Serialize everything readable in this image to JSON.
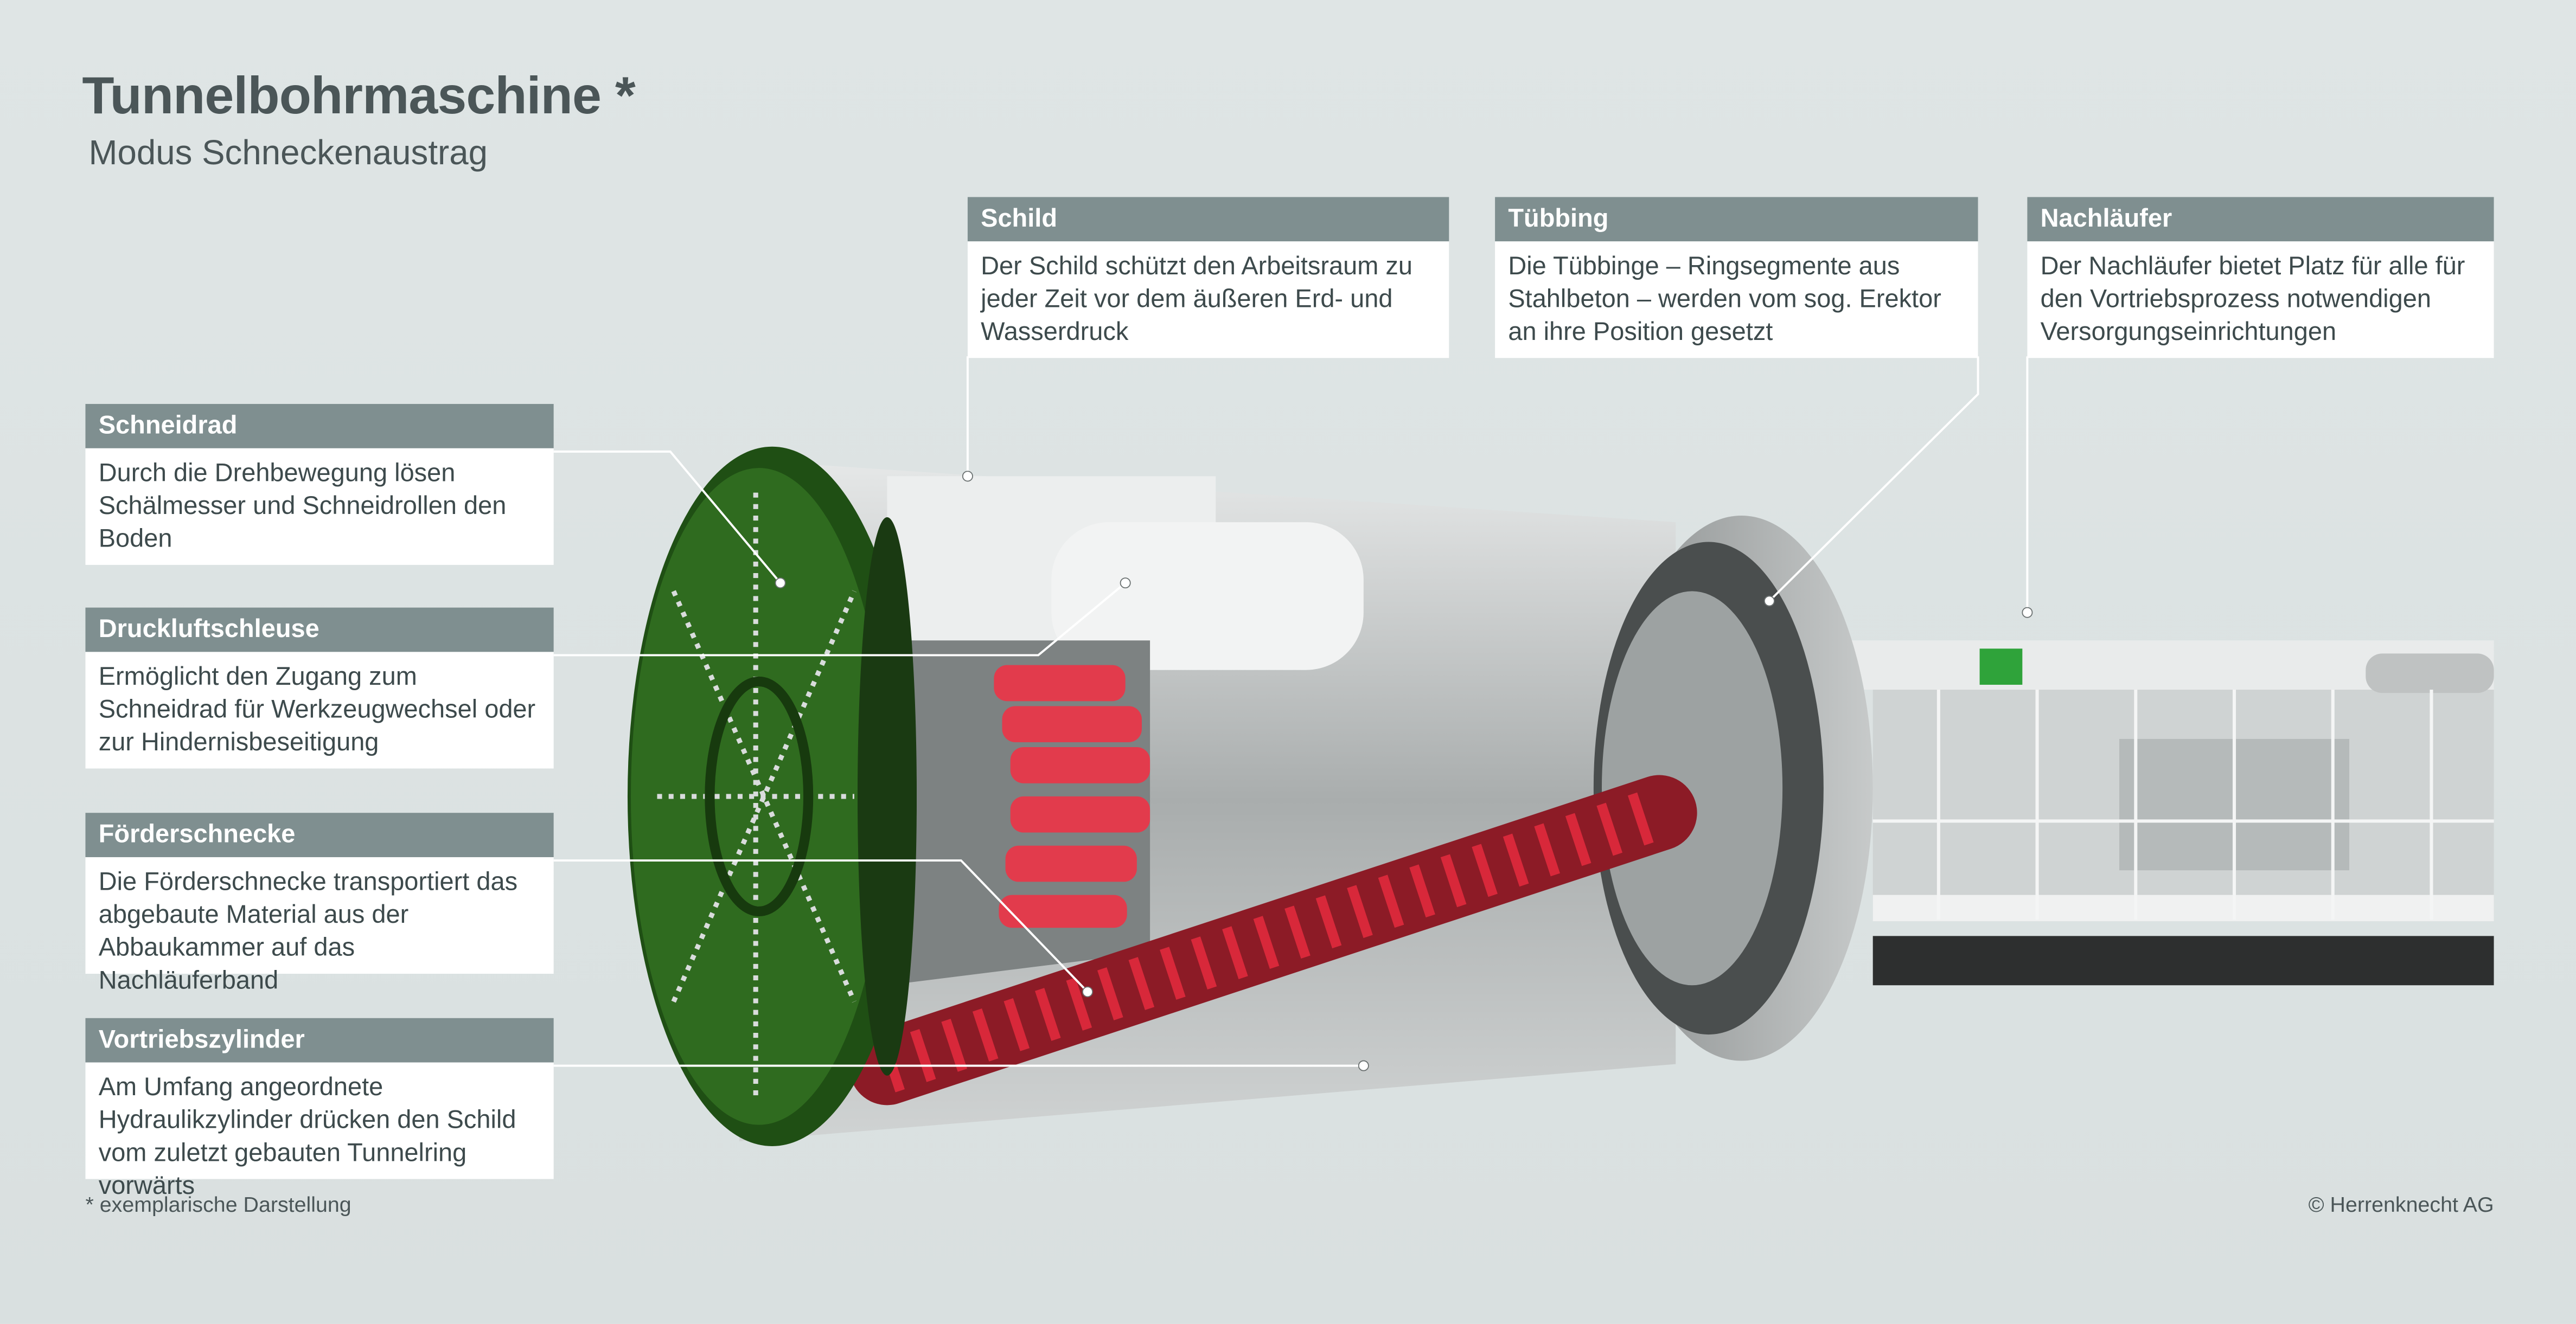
{
  "header": {
    "title": "Tunnelbohrmaschine",
    "asterisk": "*",
    "subtitle": "Modus Schneckenaustrag"
  },
  "callouts": [
    {
      "id": "schneidrad",
      "title": "Schneidrad",
      "text": "Durch die Drehbewegung lösen Schälmesser und Schneidrollen den Boden"
    },
    {
      "id": "druckluftschleuse",
      "title": "Druckluftschleuse",
      "text": "Ermöglicht den Zugang zum Schneidrad für Werkzeugwechsel oder zur Hindernisbeseitigung"
    },
    {
      "id": "foerderschnecke",
      "title": "Förderschnecke",
      "text": "Die Förderschnecke transportiert das abgebaute Material aus der Abbaukammer auf das Nachläuferband"
    },
    {
      "id": "vortriebszylinder",
      "title": "Vortriebszylinder",
      "text": "Am Umfang angeordnete Hydraulikzylinder drücken den Schild vom zuletzt gebauten Tunnelring vorwärts"
    },
    {
      "id": "schild",
      "title": "Schild",
      "text": "Der Schild schützt den Arbeitsraum zu jeder Zeit vor dem äußeren Erd- und Wasserdruck"
    },
    {
      "id": "tuebbing",
      "title": "Tübbing",
      "text": "Die Tübbinge – Ringsegmente aus Stahlbeton – werden vom sog. Erektor an ihre Position gesetzt"
    },
    {
      "id": "nachlaeufer",
      "title": "Nachläufer",
      "text": "Der Nachläufer bietet Platz für alle für den Vortriebsprozess notwendigen Versorgungseinrichtungen"
    }
  ],
  "footer": {
    "note": "* exemplarische Darstellung",
    "copyright": "© Herrenknecht AG"
  },
  "colors": {
    "background": "#dde3e3",
    "header_bar": "#7f8f90",
    "text": "#4b5658",
    "cutterhead": "#2f6b1f",
    "screw": "#d8283a",
    "shield": "#b9bcbc"
  }
}
